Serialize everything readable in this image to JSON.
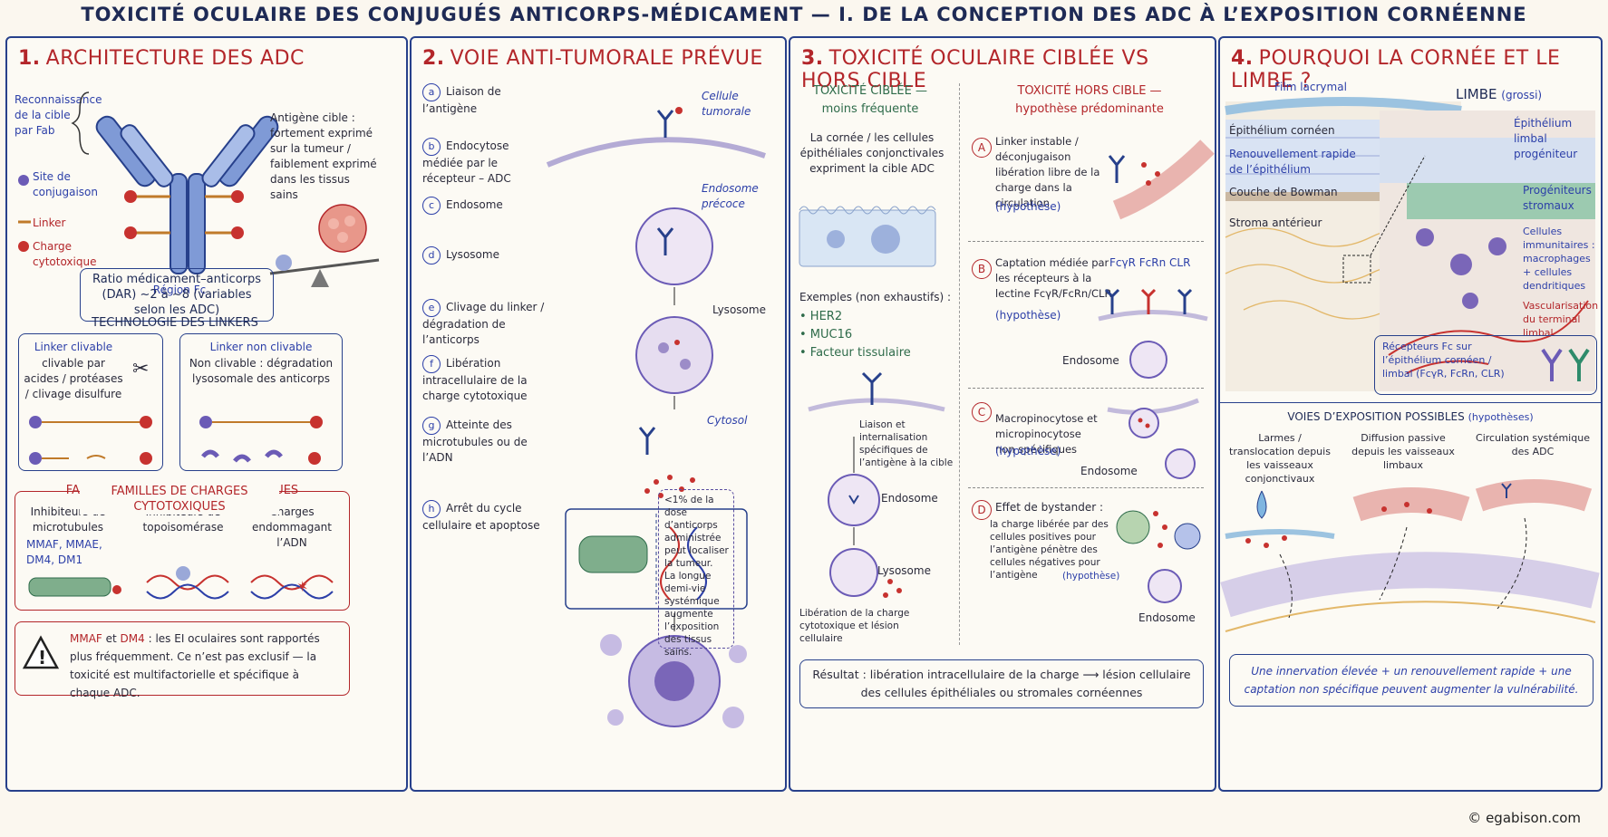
{
  "title": "TOXICITÉ OCULAIRE DES CONJUGUÉS ANTICORPS-MÉDICAMENT — I. DE LA CONCEPTION DES ADC À L’EXPOSITION CORNÉENNE",
  "footer": "© egabison.com",
  "p1": {
    "num": "1.",
    "title": "ARCHITECTURE DES ADC",
    "fab": "Reconnaissance de la cible par Fab",
    "site": "Site de conjugaison",
    "linker": "Linker",
    "charge": "Charge cytotoxique",
    "fc": "Région Fc",
    "antigen": "Antigène cible : fortement exprimé sur la tumeur / faiblement exprimé dans les tissus sains",
    "dar": "Ratio médicament–anticorps (DAR) ~2 à ~8 (variables selon les ADC)",
    "tech": "TECHNOLOGIE DES LINKERS",
    "cliv_title": "Linker clivable",
    "cliv_text": "clivable par acides / protéases / clivage disulfure",
    "noncliv_title": "Linker non clivable",
    "noncliv_text": "Non clivable : dégradation lysosomale des anticorps",
    "families": "FAMILLES DE CHARGES CYTOTOXIQUES",
    "fam1": "Inhibiteurs de microtubules",
    "fam1_ex": "MMAF, MMAE, DM4, DM1",
    "fam2": "Inhibiteurs de topoisomérase",
    "fam3": "Charges endommagant l’ADN",
    "warn_red": "MMAF",
    "warn_and": " et ",
    "warn_red2": "DM4",
    "warn_text": " : les EI oculaires sont rapportés plus fréquemment. Ce n’est pas exclusif — la toxicité est multifactorielle et spécifique à chaque ADC."
  },
  "p2": {
    "num": "2.",
    "title": "VOIE ANTI-TUMORALE PRÉVUE",
    "steps": [
      {
        "k": "a",
        "t": "Liaison de l’antigène"
      },
      {
        "k": "b",
        "t": "Endocytose médiée par le récepteur – ADC"
      },
      {
        "k": "c",
        "t": "Endosome"
      },
      {
        "k": "d",
        "t": "Lysosome"
      },
      {
        "k": "e",
        "t": "Clivage du linker / dégradation de l’anticorps"
      },
      {
        "k": "f",
        "t": "Libération intracellulaire de la charge cytotoxique"
      },
      {
        "k": "g",
        "t": "Atteinte des microtubules ou de l’ADN"
      },
      {
        "k": "h",
        "t": "Arrêt du cycle cellulaire et apoptose"
      }
    ],
    "cell": "Cellule tumorale",
    "early": "Endosome précoce",
    "lyso": "Lysosome",
    "cytosol": "Cytosol",
    "note1": "<1% de la dose d’anticorps administrée peut localiser la tumeur.",
    "note2": "La longue demi-vie systémique augmente l’exposition des tissus sains."
  },
  "p3": {
    "num": "3.",
    "title": "TOXICITÉ OCULAIRE CIBLÉE VS HORS CIBLE",
    "on_title": "TOXICITÉ CIBLÉE —",
    "on_sub": "moins fréquente",
    "on_text": "La cornée / les cellules épithéliales conjonctivales expriment la cible ADC",
    "examples": "Exemples (non exhaustifs) :",
    "ex_items": [
      "HER2",
      "MUC16",
      "Facteur tissulaire"
    ],
    "bind": "Liaison et internalisation spécifiques de l’antigène à la cible",
    "endosome": "Endosome",
    "lysosome": "Lysosome",
    "release": "Libération de la charge cytotoxique et lésion cellulaire",
    "off_title": "TOXICITÉ HORS CIBLE —",
    "off_sub": "hypothèse prédominante",
    "A": "Linker instable / déconjugaison libération libre de la charge dans la circulation",
    "A_h": "(hypothèse)",
    "B": "Captation médiée par les récepteurs à la lectine FcγR/FcRn/CLR",
    "B_h": "(hypothèse)",
    "B_rec": "FcγR FcRn CLR",
    "C": "Macropinocytose et micropinocytose non spécifiques",
    "C_h": "(hypothèse)",
    "D": "Effet de bystander :",
    "D_text": "la charge libérée par des cellules positives pour l’antigène pénètre des cellules négatives pour l’antigène",
    "D_h": "(hypothèse)",
    "result": "Résultat : libération intracellulaire de la charge ⟶ lésion cellulaire des cellules épithéliales ou stromales cornéennes"
  },
  "p4": {
    "num": "4.",
    "title": "POURQUOI LA CORNÉE ET LE LIMBE ?",
    "tear": "Film lacrymal",
    "epi": "Épithélium cornéen",
    "renew": "Renouvellement rapide de l’épithélium",
    "bowman": "Couche de Bowman",
    "stroma": "Stroma antérieur",
    "limbe": "LIMBE",
    "limbe_g": "(grossi)",
    "prog": "Épithélium limbal progéniteur",
    "strom": "Progéniteurs stromaux",
    "immune": "Cellules immunitaires : macrophages + cellules dendritiques",
    "vasc": "Vascularisation du terminal limbal",
    "fcr": "Récepteurs Fc sur l’épithélium cornéen / limbal (FcγR, FcRn, CLR)",
    "routes": "VOIES D’EXPOSITION POSSIBLES",
    "routes_h": "(hypothèses)",
    "r1": "Larmes / translocation depuis les vaisseaux conjonctivaux",
    "r2": "Diffusion passive depuis les vaisseaux limbaux",
    "r3": "Circulation systémique des ADC",
    "concl": "Une innervation élevée + un renouvellement rapide + une captation non spécifique peuvent augmenter la vulnérabilité."
  }
}
